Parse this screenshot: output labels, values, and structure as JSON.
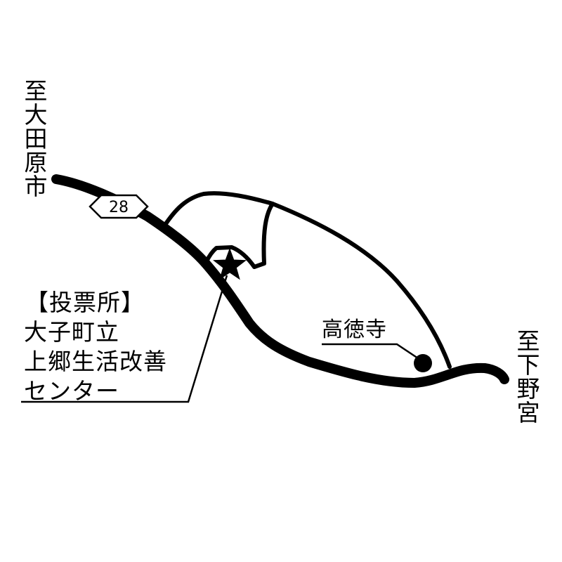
{
  "map": {
    "direction_to_otawara": "至大田原市",
    "direction_to_shimonomiya": "至下野宮",
    "route_shield_number": "28"
  },
  "polling_station": {
    "header": "【投票所】",
    "name_lines": [
      "大子町立",
      "上郷生活改善",
      "センター"
    ],
    "marker_icon": "star-icon"
  },
  "landmark": {
    "name": "高徳寺",
    "marker_icon": "filled-circle-icon"
  },
  "colors": {
    "ink": "#000000",
    "background": "#ffffff"
  }
}
